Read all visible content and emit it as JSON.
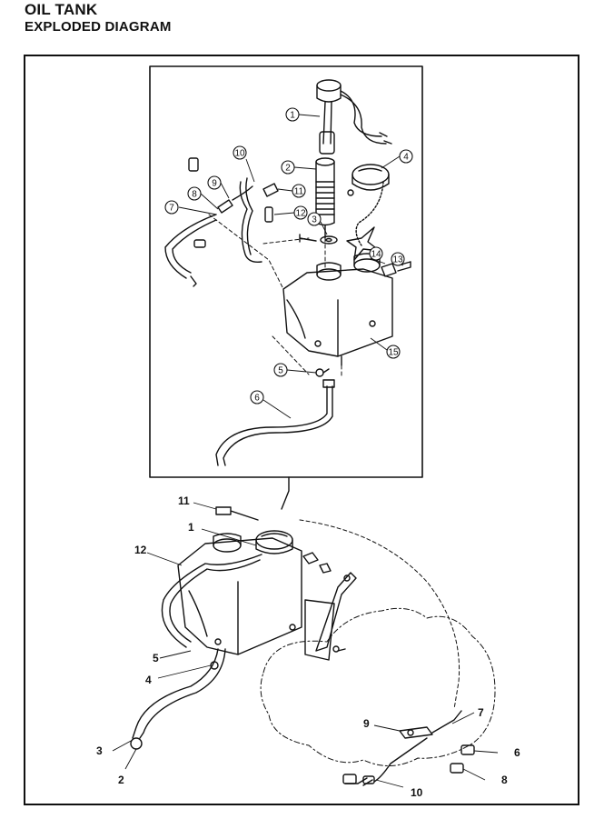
{
  "header": {
    "title": "OIL TANK",
    "subtitle": "EXPLODED DIAGRAM"
  },
  "callouts_top": [
    "1",
    "2",
    "3",
    "4",
    "5",
    "6",
    "7",
    "8",
    "9",
    "10",
    "11",
    "12",
    "13",
    "14",
    "15"
  ],
  "callouts_bottom": [
    "1",
    "2",
    "3",
    "4",
    "5",
    "6",
    "7",
    "8",
    "9",
    "10",
    "11",
    "12"
  ]
}
